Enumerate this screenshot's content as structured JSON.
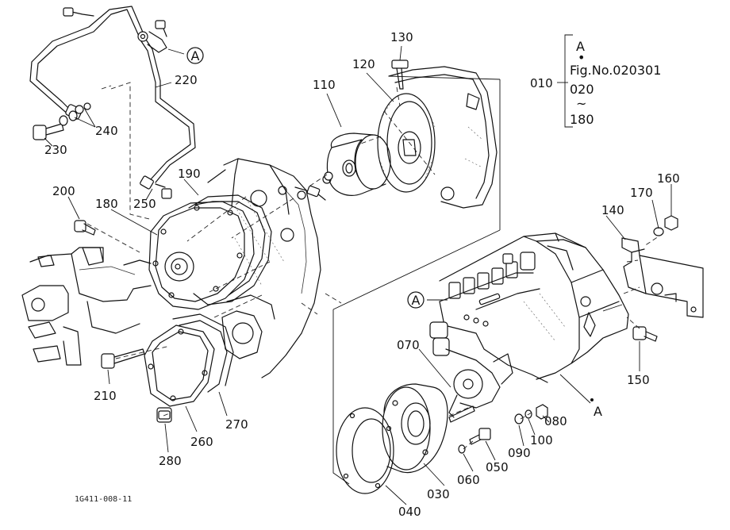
{
  "part_labels": {
    "p010": "010",
    "p020": "020",
    "p030": "030",
    "p040": "040",
    "p050": "050",
    "p060": "060",
    "p070": "070",
    "p080": "080",
    "p090": "090",
    "p100": "100",
    "p110": "110",
    "p120": "120",
    "p130": "130",
    "p140": "140",
    "p150": "150",
    "p160": "160",
    "p170": "170",
    "p180": "180",
    "p190": "190",
    "p200": "200",
    "p210": "210",
    "p220": "220",
    "p230": "230",
    "p240": "240",
    "p250": "250",
    "p260": "260",
    "p270": "270",
    "p280": "280"
  },
  "reference_marks": {
    "circle_a": "A",
    "point_a": "A"
  },
  "note": {
    "ref": "A",
    "bullet": "•",
    "fig_no": "Fig.No.020301",
    "range_start": "020",
    "range_sep": "~",
    "range_end": "180"
  },
  "drawing_code": "1G411-008-11"
}
